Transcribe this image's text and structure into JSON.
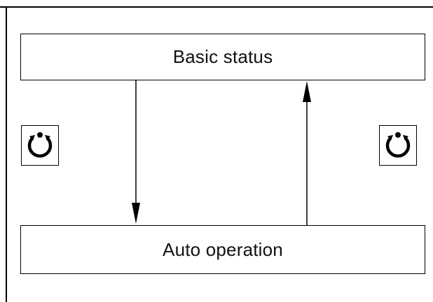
{
  "states": {
    "basic_status": "Basic status",
    "auto_operation": "Auto operation"
  },
  "icons": {
    "left": "cycle-start-icon",
    "right": "cycle-start-icon"
  },
  "transitions": [
    {
      "from": "Basic status",
      "to": "Auto operation"
    },
    {
      "from": "Auto operation",
      "to": "Basic status"
    }
  ]
}
